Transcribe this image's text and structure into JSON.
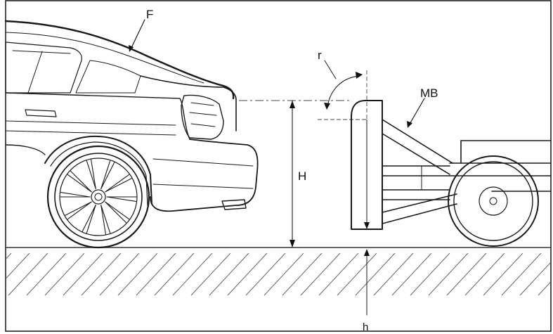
{
  "diagram": {
    "labels": {
      "car": "F",
      "barrier": "MB",
      "angle": "r",
      "height": "H",
      "clearance": "h"
    },
    "colors": {
      "line": "#1a1a1a",
      "hatch": "#666666",
      "background": "#ffffff"
    }
  }
}
